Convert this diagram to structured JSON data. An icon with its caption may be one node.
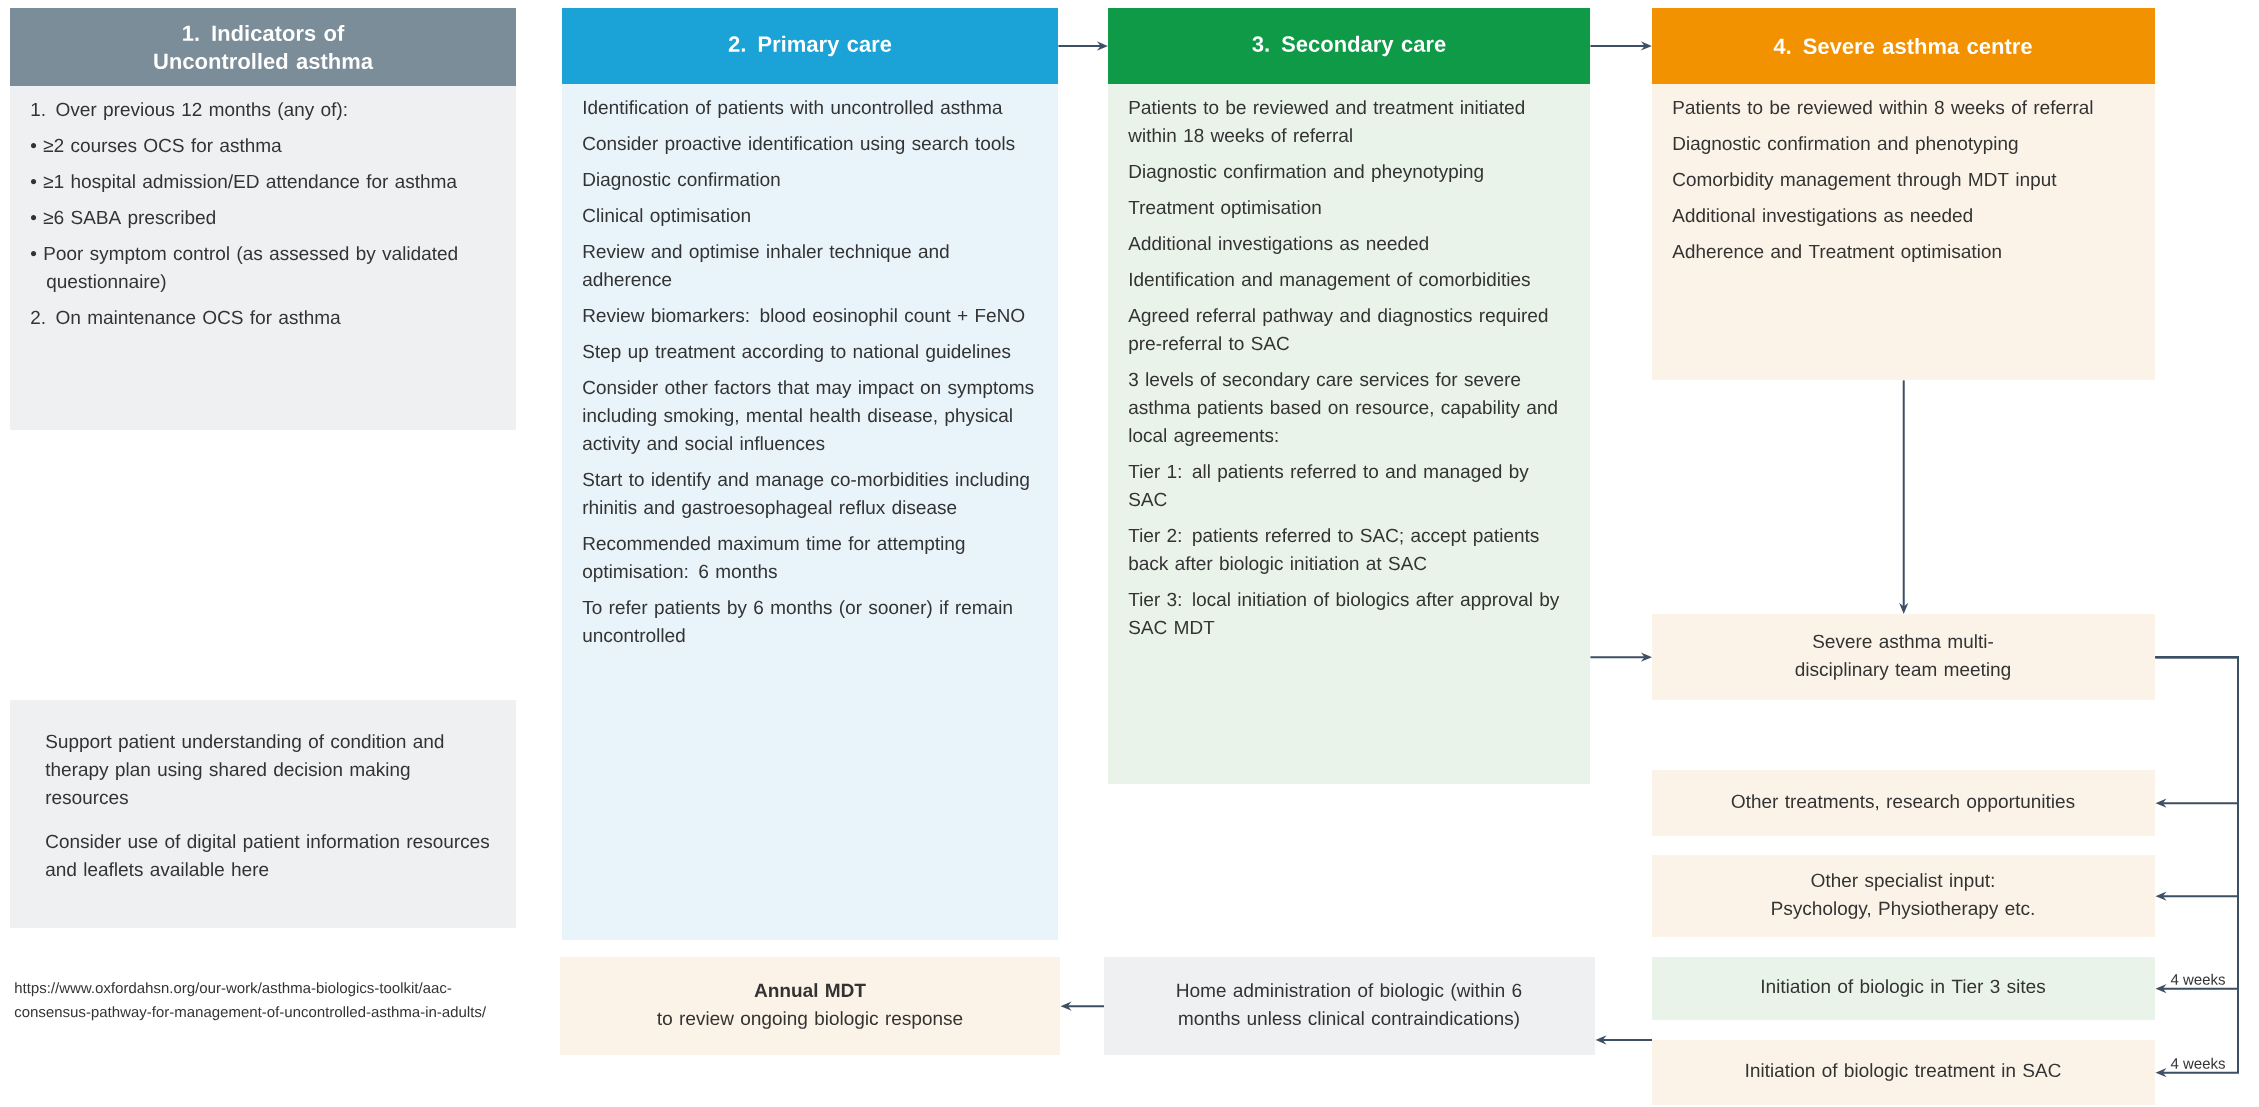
{
  "diagram": {
    "nodes": [
      {
        "text": [
          "1. Indicators of Uncontrolled asthma",
          "1.  Over previous 12 months (any of):",
          "• ≥2 courses OCS for asthma",
          "• ≥1 hospital admission/ED attendance for asthma",
          "• ≥6 SABA prescribed",
          "• Poor symptom control (as assessed by validated questionnaire)",
          "2.  On maintenance OCS for asthma"
        ]
      },
      {
        "text": [
          "Support patient understanding of condition and therapy plan using shared decision making resources",
          "Consider use of digital patient information resources and leaflets available here"
        ]
      },
      {
        "text": [
          "2.  Primary care",
          "Identification of patients with uncontrolled asthma",
          "Consider proactive identification using search tools",
          "Diagnostic confirmation",
          "Clinical optimisation",
          "Review and optimise inhaler technique and adherence",
          "Review biomarkers: blood eosinophil count + FeNO",
          "Step up treatment according to national guidelines",
          "Consider other factors that may impact on symptoms including smoking, mental health disease, physical activity and social influences",
          "Start to identify and manage co-morbidities including rhinitis and gastroesophageal reflux disease",
          "Recommended maximum time for attempting optimisation: 6 months",
          "To refer patients by 6 months (or sooner) if remain uncontrolled"
        ]
      },
      {
        "text": [
          "3. Secondary care",
          "Patients to be reviewed and treatment initiated within 18 weeks of referral",
          "Diagnostic confirmation and pheynotyping",
          "Treatment optimisation",
          "Additional investigations as needed",
          "Identification and management of comorbidities",
          "Agreed referral pathway and diagnostics required pre-referral to SAC",
          "3 levels of secondary care services for severe asthma patients based on resource, capability and local agreements:",
          "Tier 1: all patients referred to and managed by SAC",
          "Tier 2: patients referred to SAC; accept patients back after biologic initiation at SAC",
          "Tier 3: local initiation of biologics after approval by SAC MDT"
        ]
      },
      {
        "text": [
          "4. Severe asthma centre",
          "Patients to be reviewed within 8 weeks of referral",
          "Diagnostic confirmation and phenotyping",
          "Comorbidity management through MDT input",
          "Additional investigations as needed",
          "Adherence and Treatment optimisation"
        ]
      },
      {
        "text": [
          "Severe asthma multi-disciplinary team meeting"
        ]
      },
      {
        "text": [
          "Other treatments, research opportunities"
        ]
      },
      {
        "text": [
          "Other specialist input: Psychology, Physiotherapy etc."
        ]
      },
      {
        "text": [
          "Initiation of biologic in Tier 3 sites"
        ]
      },
      {
        "text": [
          "Initiation of biologic treatment in SAC"
        ]
      },
      {
        "text": [
          "Home administration of biologic (within 6 months unless clinical contraindications)"
        ]
      },
      {
        "text": [
          "Annual MDT",
          "to review ongoing biologic response"
        ]
      }
    ],
    "edges": [
      {
        "from": 2,
        "to": 3,
        "arrow": "to"
      },
      {
        "from": 3,
        "to": 4,
        "arrow": "to"
      },
      {
        "from": 4,
        "to": 5,
        "arrow": "to"
      },
      {
        "from": 3,
        "to": 5,
        "arrow": "to"
      },
      {
        "from": 5,
        "to": 6,
        "arrow": "to"
      },
      {
        "from": 5,
        "to": 7,
        "arrow": "to"
      },
      {
        "from": 5,
        "to": 8,
        "arrow": "to",
        "label": "4 weeks"
      },
      {
        "from": 5,
        "to": 9,
        "arrow": "to",
        "label": "4 weeks"
      },
      {
        "from": 9,
        "to": 10,
        "arrow": "to"
      },
      {
        "from": 10,
        "to": 11,
        "arrow": "to"
      }
    ],
    "labels": [
      "https://www.oxfordahsn.org/our-work/asthma-biologics-toolkit/aac-consensus-pathway-for-management-of-uncontrolled-asthma-in-adults/"
    ]
  }
}
